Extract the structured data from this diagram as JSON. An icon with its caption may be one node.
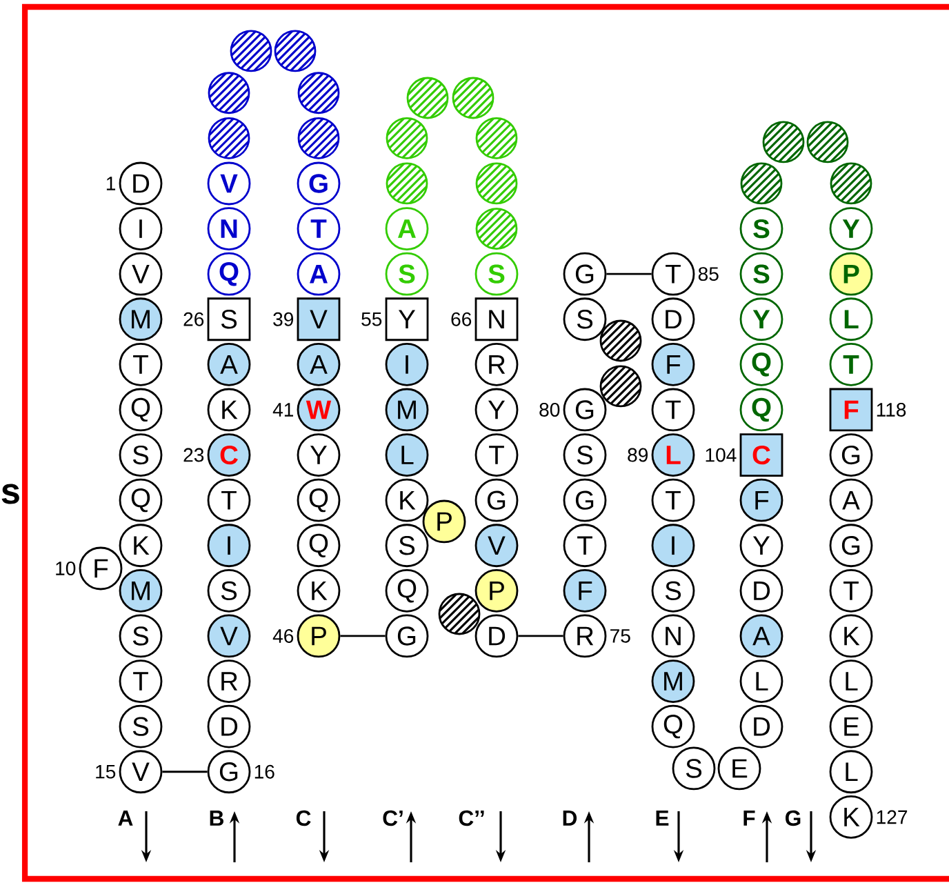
{
  "diagram": {
    "nodes": [
      {
        "text": [
          "D"
        ],
        "beside": [
          "1"
        ]
      },
      {
        "text": [
          "I"
        ]
      },
      {
        "text": [
          "V"
        ]
      },
      {
        "text": [
          "M"
        ]
      },
      {
        "text": [
          "T"
        ]
      },
      {
        "text": [
          "Q"
        ]
      },
      {
        "text": [
          "S"
        ]
      },
      {
        "text": [
          "Q"
        ]
      },
      {
        "text": [
          "K"
        ]
      },
      {
        "text": [
          "F"
        ],
        "beside": [
          "10"
        ]
      },
      {
        "text": [
          "M"
        ]
      },
      {
        "text": [
          "S"
        ]
      },
      {
        "text": [
          "T"
        ]
      },
      {
        "text": [
          "S"
        ]
      },
      {
        "text": [
          "V"
        ],
        "beside": [
          "15"
        ]
      },
      {
        "text": [
          "G"
        ],
        "beside": [
          "16"
        ]
      },
      {
        "text": [
          "D"
        ]
      },
      {
        "text": [
          "R"
        ]
      },
      {
        "text": [
          "V"
        ]
      },
      {
        "text": [
          "S"
        ]
      },
      {
        "text": [
          "I"
        ]
      },
      {
        "text": [
          "T"
        ]
      },
      {
        "text": [
          "C"
        ],
        "beside": [
          "23"
        ]
      },
      {
        "text": [
          "K"
        ]
      },
      {
        "text": [
          "A"
        ]
      },
      {
        "text": [
          "S"
        ],
        "beside": [
          "26"
        ]
      },
      {
        "text": [
          "Q"
        ]
      },
      {
        "text": [
          "N"
        ]
      },
      {
        "text": [
          "V"
        ]
      },
      {
        "text": [],
        "shape": "circle"
      },
      {
        "text": [],
        "shape": "circle"
      },
      {
        "text": [],
        "shape": "circle"
      },
      {
        "text": [],
        "shape": "circle"
      },
      {
        "text": [],
        "shape": "circle"
      },
      {
        "text": [],
        "shape": "circle"
      },
      {
        "text": [
          "G"
        ]
      },
      {
        "text": [
          "T"
        ]
      },
      {
        "text": [
          "A"
        ]
      },
      {
        "text": [
          "V"
        ],
        "beside": [
          "39"
        ]
      },
      {
        "text": [
          "A"
        ]
      },
      {
        "text": [
          "W"
        ],
        "beside": [
          "41"
        ]
      },
      {
        "text": [
          "Y"
        ]
      },
      {
        "text": [
          "Q"
        ]
      },
      {
        "text": [
          "Q"
        ]
      },
      {
        "text": [
          "K"
        ]
      },
      {
        "text": [
          "P"
        ],
        "beside": [
          "46"
        ]
      },
      {
        "text": [
          "G"
        ]
      },
      {
        "text": [
          "Q"
        ]
      },
      {
        "text": [
          "S"
        ]
      },
      {
        "text": [
          "P"
        ]
      },
      {
        "text": [
          "K"
        ]
      },
      {
        "text": [
          "L"
        ]
      },
      {
        "text": [
          "M"
        ]
      },
      {
        "text": [
          "I"
        ]
      },
      {
        "text": [
          "Y"
        ],
        "beside": [
          "55"
        ]
      },
      {
        "text": [
          "S"
        ]
      },
      {
        "text": [
          "A"
        ]
      },
      {
        "text": [],
        "shape": "circle"
      },
      {
        "text": [],
        "shape": "circle"
      },
      {
        "text": [],
        "shape": "circle"
      },
      {
        "text": [],
        "shape": "circle"
      },
      {
        "text": [],
        "shape": "circle"
      },
      {
        "text": [],
        "shape": "circle"
      },
      {
        "text": [],
        "shape": "circle"
      },
      {
        "text": [
          "S"
        ]
      },
      {
        "text": [
          "N"
        ],
        "beside": [
          "66"
        ]
      },
      {
        "text": [
          "R"
        ]
      },
      {
        "text": [
          "Y"
        ]
      },
      {
        "text": [
          "T"
        ]
      },
      {
        "text": [
          "G"
        ]
      },
      {
        "text": [
          "V"
        ]
      },
      {
        "text": [
          "P"
        ]
      },
      {
        "text": [],
        "shape": "circle"
      },
      {
        "text": [
          "D"
        ]
      },
      {
        "text": [
          "R"
        ],
        "beside": [
          "75"
        ]
      },
      {
        "text": [
          "F"
        ]
      },
      {
        "text": [
          "T"
        ]
      },
      {
        "text": [
          "G"
        ]
      },
      {
        "text": [
          "S"
        ]
      },
      {
        "text": [
          "G"
        ],
        "beside": [
          "80"
        ]
      },
      {
        "text": [],
        "shape": "circle"
      },
      {
        "text": [],
        "shape": "circle"
      },
      {
        "text": [
          "S"
        ]
      },
      {
        "text": [
          "G"
        ]
      },
      {
        "text": [
          "T"
        ],
        "beside": [
          "85"
        ]
      },
      {
        "text": [
          "D"
        ]
      },
      {
        "text": [
          "F"
        ]
      },
      {
        "text": [
          "T"
        ]
      },
      {
        "text": [
          "L"
        ],
        "beside": [
          "89"
        ]
      },
      {
        "text": [
          "T"
        ]
      },
      {
        "text": [
          "I"
        ]
      },
      {
        "text": [
          "S"
        ]
      },
      {
        "text": [
          "N"
        ]
      },
      {
        "text": [
          "M"
        ]
      },
      {
        "text": [
          "Q"
        ]
      },
      {
        "text": [
          "S"
        ]
      },
      {
        "text": [
          "E"
        ]
      },
      {
        "text": [
          "D"
        ]
      },
      {
        "text": [
          "L"
        ]
      },
      {
        "text": [
          "A"
        ]
      },
      {
        "text": [
          "D"
        ]
      },
      {
        "text": [
          "Y"
        ]
      },
      {
        "text": [
          "F"
        ]
      },
      {
        "text": [
          "C"
        ],
        "beside": [
          "104"
        ]
      },
      {
        "text": [
          "Q"
        ]
      },
      {
        "text": [
          "Q"
        ]
      },
      {
        "text": [
          "Y"
        ]
      },
      {
        "text": [
          "S"
        ]
      },
      {
        "text": [
          "S"
        ]
      },
      {
        "text": [],
        "shape": "circle"
      },
      {
        "text": [],
        "shape": "circle"
      },
      {
        "text": [],
        "shape": "circle"
      },
      {
        "text": [],
        "shape": "circle"
      },
      {
        "text": [
          "Y"
        ]
      },
      {
        "text": [
          "P"
        ]
      },
      {
        "text": [
          "L"
        ]
      },
      {
        "text": [
          "T"
        ]
      },
      {
        "text": [
          "F"
        ],
        "beside": [
          "118"
        ]
      },
      {
        "text": [
          "G"
        ]
      },
      {
        "text": [
          "A"
        ]
      },
      {
        "text": [
          "G"
        ]
      },
      {
        "text": [
          "T"
        ]
      },
      {
        "text": [
          "K"
        ]
      },
      {
        "text": [
          "L"
        ]
      },
      {
        "text": [
          "E"
        ]
      },
      {
        "text": [
          "L"
        ]
      },
      {
        "text": [
          "K"
        ],
        "beside": [
          "127"
        ]
      }
    ],
    "edges": [
      {
        "from": 14,
        "to": 15,
        "arrow": "none"
      },
      {
        "from": 45,
        "to": 46,
        "arrow": "none"
      },
      {
        "from": 73,
        "to": 74,
        "arrow": "none"
      },
      {
        "from": 83,
        "to": 84,
        "arrow": "none"
      }
    ],
    "labels": [
      "s",
      "A",
      "B",
      "C",
      "C’",
      "C’’",
      "D",
      "E",
      "F",
      "G"
    ]
  }
}
